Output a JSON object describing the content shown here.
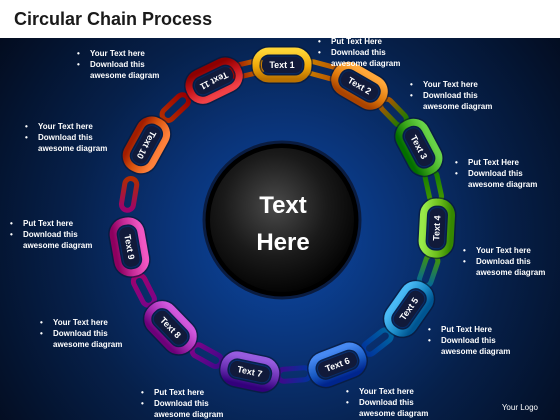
{
  "title": "Circular Chain Process",
  "center_text": [
    "Text",
    "Here"
  ],
  "links": [
    {
      "label": "Text 1",
      "color": "#f0a808"
    },
    {
      "label": "Text 2",
      "color": "#e07a0c"
    },
    {
      "label": "Text 3",
      "color": "#3aa51a"
    },
    {
      "label": "Text 4",
      "color": "#6cbe1c"
    },
    {
      "label": "Text 5",
      "color": "#1c8cc8"
    },
    {
      "label": "Text 6",
      "color": "#1a5cc4"
    },
    {
      "label": "Text 7",
      "color": "#6a2fb2"
    },
    {
      "label": "Text 8",
      "color": "#a42bb0"
    },
    {
      "label": "Text 9",
      "color": "#c42a96"
    },
    {
      "label": "Text 10",
      "color": "#d8540e"
    },
    {
      "label": "Text 11",
      "color": "#c4141a"
    }
  ],
  "notes": [
    {
      "lines": [
        "Your Text here",
        "Download this",
        "awesome diagram"
      ]
    },
    {
      "lines": [
        "Put Text Here",
        "Download this",
        "awesome diagram"
      ]
    },
    {
      "lines": [
        "Your Text here",
        "Download this",
        "awesome diagram"
      ]
    },
    {
      "lines": [
        "Put Text Here",
        "Download this",
        "awesome diagram"
      ]
    },
    {
      "lines": [
        "Your Text here",
        "Download this",
        "awesome diagram"
      ]
    },
    {
      "lines": [
        "Put Text Here",
        "Download this",
        "awesome diagram"
      ]
    },
    {
      "lines": [
        "Your Text here",
        "Download this",
        "awesome diagram"
      ]
    },
    {
      "lines": [
        "Put Text here",
        "Download this",
        "awesome diagram"
      ]
    },
    {
      "lines": [
        "Your Text here",
        "Download this",
        "awesome diagram"
      ]
    },
    {
      "lines": [
        "Put Text here",
        "Download this",
        "awesome diagram"
      ]
    },
    {
      "lines": [
        "Your Text here",
        "Download this",
        "awesome diagram"
      ]
    }
  ],
  "footer_logo": "Your Logo"
}
